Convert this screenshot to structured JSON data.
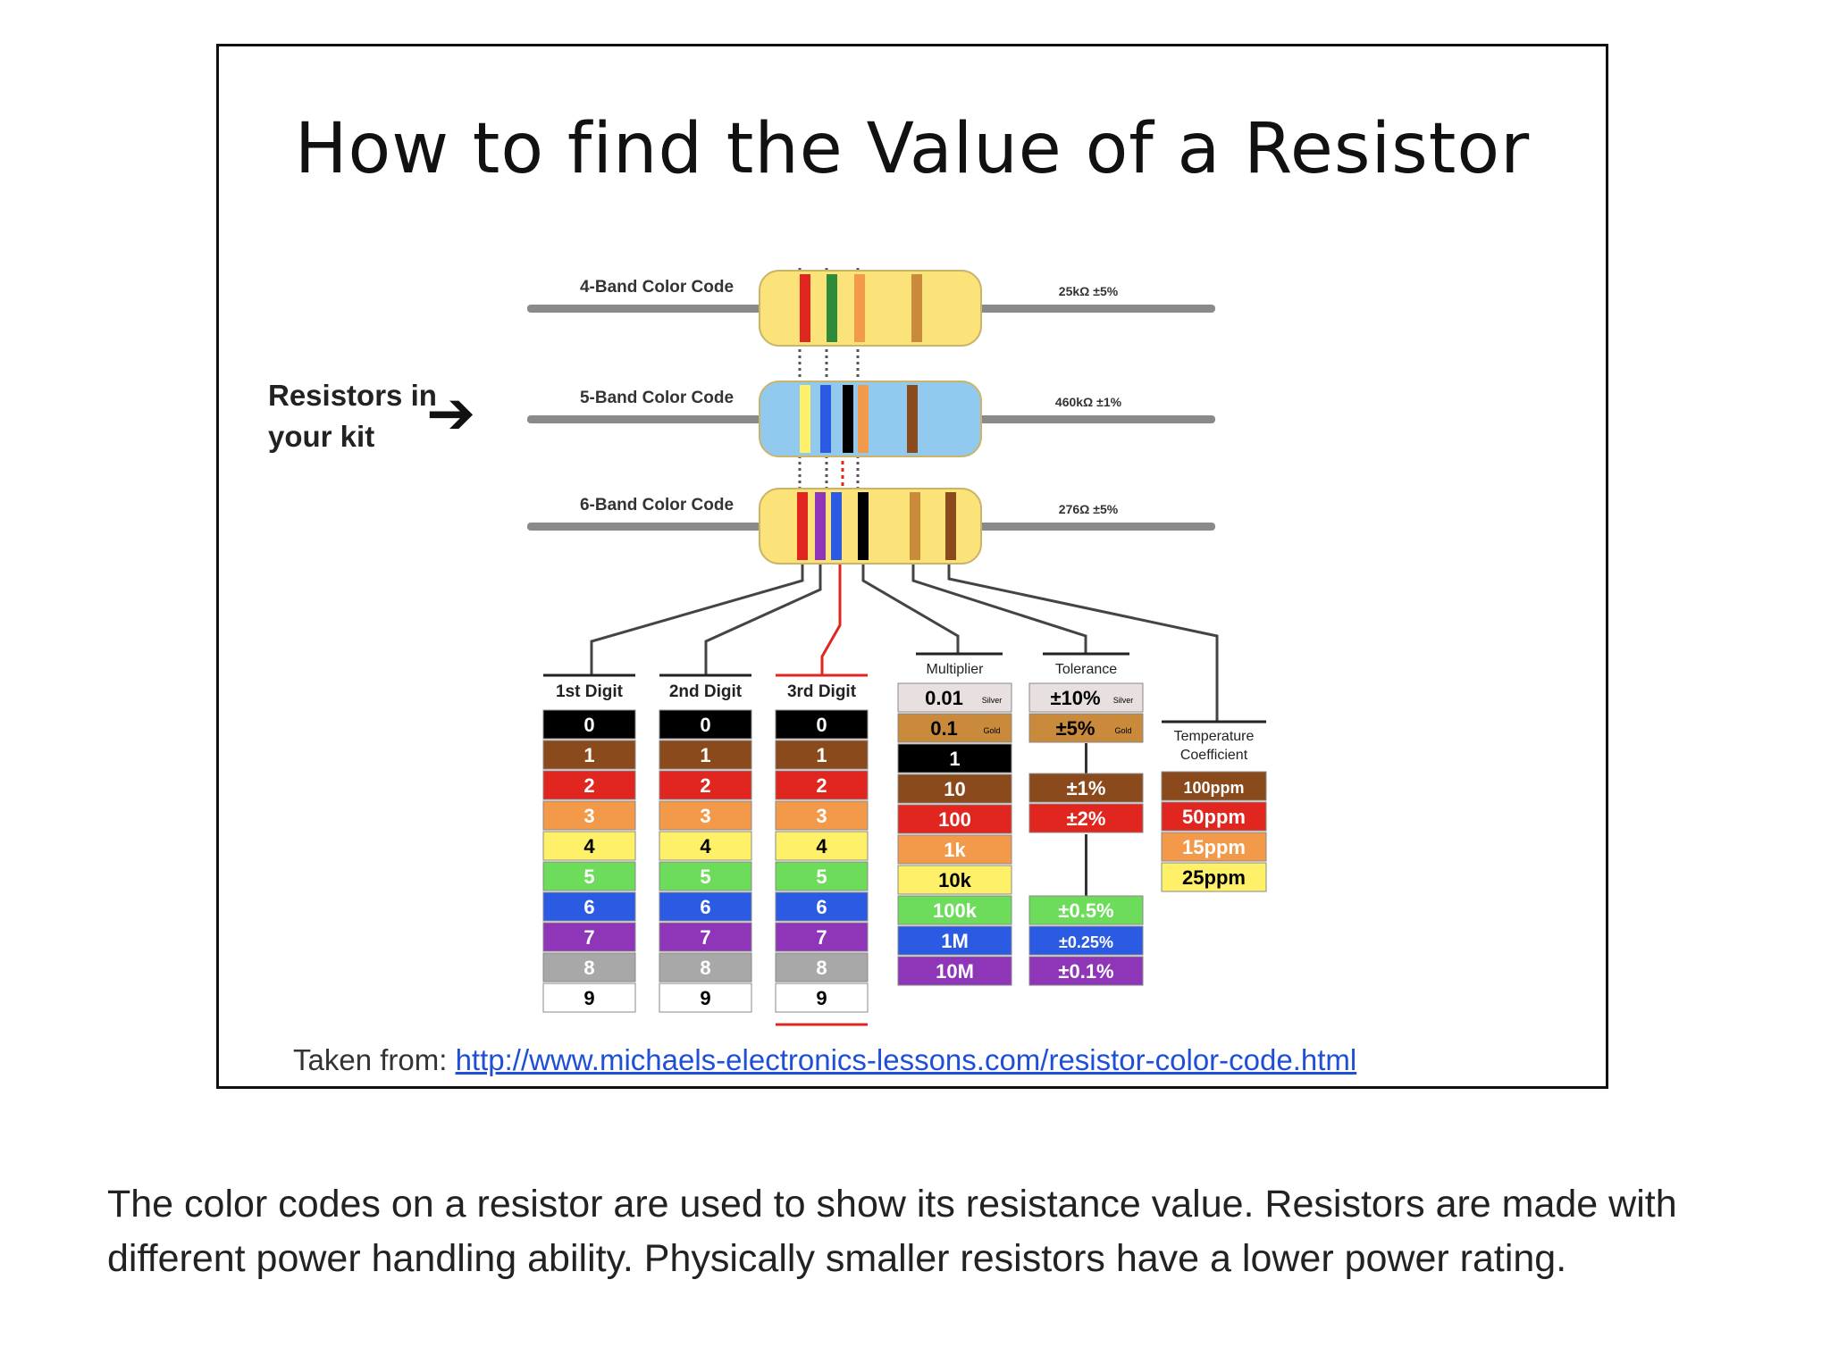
{
  "title": "How to find the Value of a Resistor",
  "kit_label": "Resistors in your kit",
  "resistors": [
    {
      "label": "4-Band Color Code",
      "value": "25kΩ ±5%"
    },
    {
      "label": "5-Band Color Code",
      "value": "460kΩ ±1%"
    },
    {
      "label": "6-Band Color Code",
      "value": "276Ω ±5%"
    }
  ],
  "digit_columns": [
    {
      "header": "1st Digit"
    },
    {
      "header": "2nd Digit"
    },
    {
      "header": "3rd Digit"
    }
  ],
  "digits": [
    {
      "label": "0",
      "fill": "#000000",
      "text": "#ffffff"
    },
    {
      "label": "1",
      "fill": "#8a4a1c",
      "text": "#ffffff"
    },
    {
      "label": "2",
      "fill": "#e0261f",
      "text": "#ffffff"
    },
    {
      "label": "3",
      "fill": "#f29a4a",
      "text": "#ffffff"
    },
    {
      "label": "4",
      "fill": "#fff06a",
      "text": "#000000"
    },
    {
      "label": "5",
      "fill": "#6ddc5a",
      "text": "#ffffff"
    },
    {
      "label": "6",
      "fill": "#2b5ae3",
      "text": "#ffffff"
    },
    {
      "label": "7",
      "fill": "#8e35b8",
      "text": "#ffffff"
    },
    {
      "label": "8",
      "fill": "#a8a8a8",
      "text": "#ffffff"
    },
    {
      "label": "9",
      "fill": "#ffffff",
      "text": "#000000"
    }
  ],
  "multiplier": {
    "header": "Multiplier",
    "items": [
      {
        "label": "0.01",
        "sub": "Silver",
        "fill": "#e8e0e0",
        "text": "#000000"
      },
      {
        "label": "0.1",
        "sub": "Gold",
        "fill": "#c98a3c",
        "text": "#000000"
      },
      {
        "label": "1",
        "fill": "#000000",
        "text": "#ffffff"
      },
      {
        "label": "10",
        "fill": "#8a4a1c",
        "text": "#ffffff"
      },
      {
        "label": "100",
        "fill": "#e0261f",
        "text": "#ffffff"
      },
      {
        "label": "1k",
        "fill": "#f29a4a",
        "text": "#ffffff"
      },
      {
        "label": "10k",
        "fill": "#fff06a",
        "text": "#000000"
      },
      {
        "label": "100k",
        "fill": "#6ddc5a",
        "text": "#ffffff"
      },
      {
        "label": "1M",
        "fill": "#2b5ae3",
        "text": "#ffffff"
      },
      {
        "label": "10M",
        "fill": "#8e35b8",
        "text": "#ffffff"
      }
    ]
  },
  "tolerance": {
    "header": "Tolerance",
    "items": [
      {
        "label": "±10%",
        "sub": "Silver",
        "fill": "#e8e0e0",
        "text": "#000000"
      },
      {
        "label": "±5%",
        "sub": "Gold",
        "fill": "#c98a3c",
        "text": "#000000"
      },
      {
        "label": "±1%",
        "fill": "#8a4a1c",
        "text": "#ffffff"
      },
      {
        "label": "±2%",
        "fill": "#e0261f",
        "text": "#ffffff"
      },
      {
        "label": "±0.5%",
        "fill": "#6ddc5a",
        "text": "#ffffff"
      },
      {
        "label": "±0.25%",
        "fill": "#2b5ae3",
        "text": "#ffffff"
      },
      {
        "label": "±0.1%",
        "fill": "#8e35b8",
        "text": "#ffffff"
      }
    ]
  },
  "temperature": {
    "header_line1": "Temperature",
    "header_line2": "Coefficient",
    "items": [
      {
        "label": "100ppm",
        "fill": "#8a4a1c",
        "text": "#ffffff"
      },
      {
        "label": "50ppm",
        "fill": "#e0261f",
        "text": "#ffffff"
      },
      {
        "label": "15ppm",
        "fill": "#f29a4a",
        "text": "#ffffff"
      },
      {
        "label": "25ppm",
        "fill": "#fff06a",
        "text": "#000000"
      }
    ]
  },
  "source": {
    "prefix": "Taken from: ",
    "url": "http://www.michaels-electronics-lessons.com/resistor-color-code.html"
  },
  "caption": "The color codes on a resistor are used to show its resistance value. Resistors are made with different power handling ability. Physically smaller resistors have a lower power rating."
}
